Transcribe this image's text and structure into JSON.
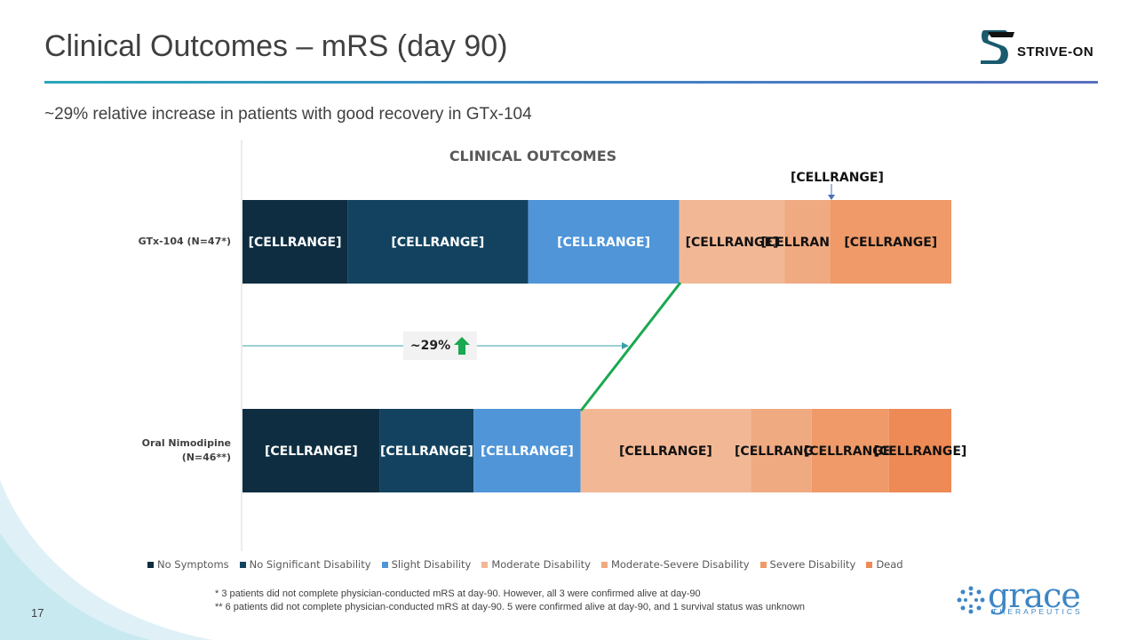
{
  "slide": {
    "title": "Clinical Outcomes – mRS (day 90)",
    "subtitle": "~29% relative increase in patients with good recovery in GTx-104",
    "page_number": "17",
    "footnotes": [
      "* 3 patients did not complete physician-conducted mRS at day-90.  However, all 3 were confirmed alive at day-90",
      "** 6 patients did not complete physician-conducted mRS at day-90.  5 were confirmed alive at day-90, and 1 survival status was unknown"
    ],
    "logo_strive": "STRIVE-ON",
    "logo_grace": "grace",
    "logo_grace_sub": "THERAPEUTICS",
    "callout_label": "[CELLRANGE]",
    "arrow_label": "~29%"
  },
  "colors": {
    "no_symptoms": "#0e2d40",
    "no_significant_disability": "#12425f",
    "slight_disability": "#4f95d8",
    "moderate_disability": "#f2b896",
    "moderate_severe_disability": "#f0aa82",
    "severe_disability": "#ef9a68",
    "dead": "#ed8a55",
    "good_recovery_line": "#1aa850",
    "connector_line": "#3aa0a8",
    "up_arrow": "#1aa850"
  },
  "chart_data": {
    "type": "bar",
    "orientation": "horizontal",
    "stacked": "100%",
    "title": "CLINICAL OUTCOMES",
    "categories": [
      "GTx-104 (N=47*)",
      "Oral Nimodipine (N=46**)"
    ],
    "series": [
      {
        "name": "No Symptoms",
        "color_key": "no_symptoms",
        "values": [
          14.8,
          19.4
        ],
        "label_text": "[CELLRANGE]"
      },
      {
        "name": "No Significant Disability",
        "color_key": "no_significant_disability",
        "values": [
          25.5,
          13.2
        ],
        "label_text": "[CELLRANGE]"
      },
      {
        "name": "Slight Disability",
        "color_key": "slight_disability",
        "values": [
          21.3,
          15.1
        ],
        "label_text": "[CELLRANGE]"
      },
      {
        "name": "Moderate Disability",
        "color_key": "moderate_disability",
        "values": [
          14.9,
          24.0
        ],
        "label_text": "[CELLRANGE]"
      },
      {
        "name": "Moderate-Severe Disability",
        "color_key": "moderate_severe_disability",
        "values": [
          6.4,
          8.6
        ],
        "label_text": "[CELLRANGE]"
      },
      {
        "name": "Severe Disability",
        "color_key": "severe_disability",
        "values": [
          17.1,
          10.9
        ],
        "label_text": "[CELLRANGE]"
      },
      {
        "name": "Dead",
        "color_key": "dead",
        "values": [
          0.0,
          8.8
        ],
        "label_text": "[CELLRANGE]"
      }
    ],
    "xlim": [
      0,
      100
    ],
    "legend_position": "bottom",
    "grid": false
  }
}
